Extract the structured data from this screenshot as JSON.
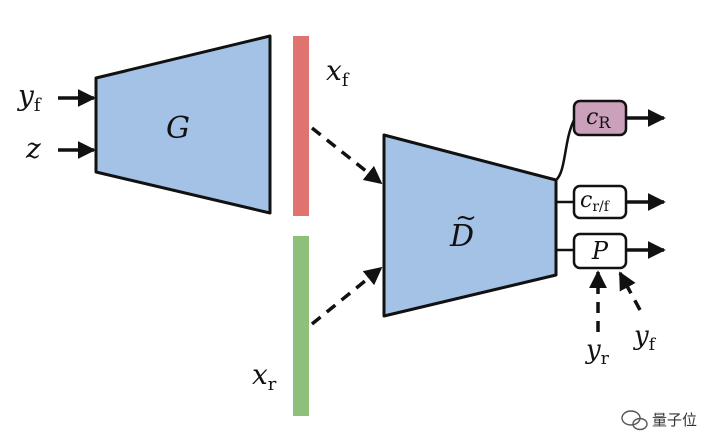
{
  "generator": {
    "symbol": "G",
    "inputs": [
      {
        "base": "y",
        "sub": "f"
      },
      {
        "base": "z",
        "sub": ""
      }
    ]
  },
  "discriminator": {
    "base": "D",
    "accent": "~"
  },
  "samples": {
    "fake": {
      "base": "x",
      "sub": "f"
    },
    "real": {
      "base": "x",
      "sub": "r"
    }
  },
  "outputs": [
    {
      "base": "c",
      "sub": "R"
    },
    {
      "base": "c",
      "sub": "r/f"
    },
    {
      "base": "P",
      "sub": ""
    }
  ],
  "p_inputs": [
    {
      "base": "y",
      "sub": "r"
    },
    {
      "base": "y",
      "sub": "f"
    }
  ],
  "watermark": {
    "text": "量子位"
  },
  "colors": {
    "trapezoid_fill": "#a4c2e6",
    "fake_bar": "#e07270",
    "real_bar": "#8ec07c",
    "c_R_fill": "#caa0bb",
    "stroke": "#111111"
  }
}
